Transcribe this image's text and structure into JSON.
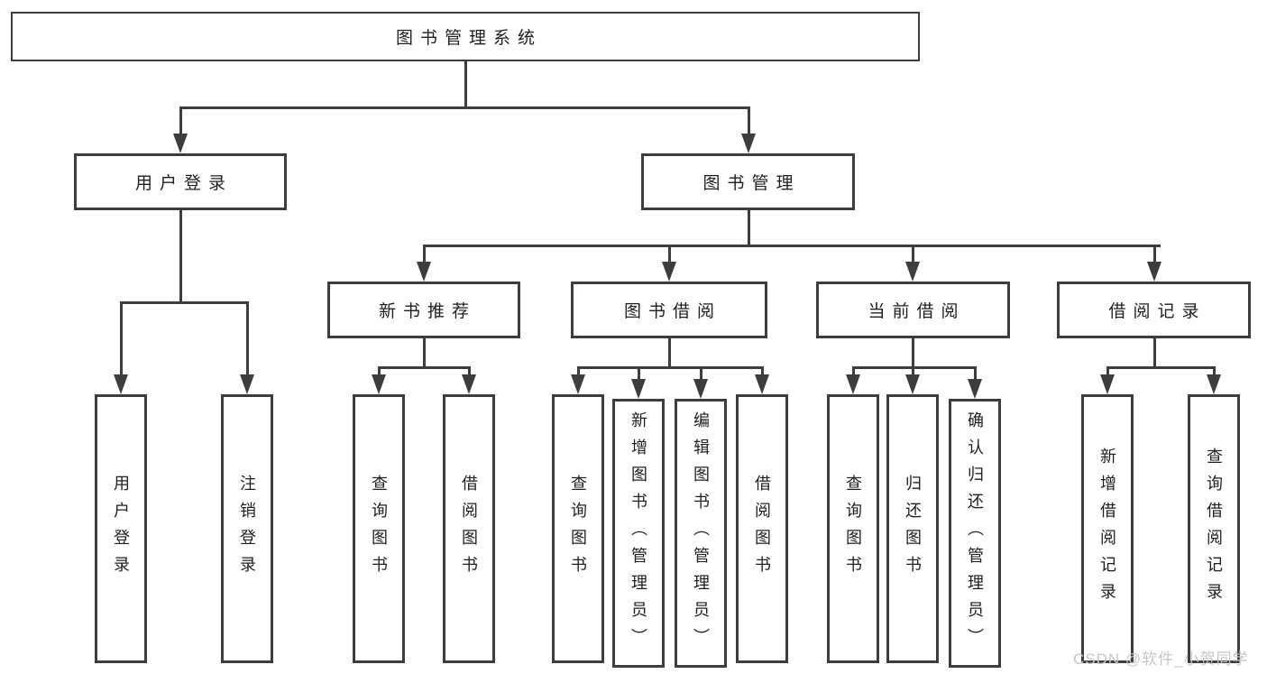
{
  "diagram": {
    "title": "图书管理系统",
    "branches": {
      "user": {
        "label": "用户登录",
        "children": [
          "用户登录",
          "注销登录"
        ]
      },
      "mgmt": {
        "label": "图书管理"
      },
      "newbook": {
        "label": "新书推荐",
        "children": [
          "查询图书",
          "借阅图书"
        ]
      },
      "borrow": {
        "label": "图书借阅",
        "children": [
          "查询图书",
          "新增图书（管理员）",
          "编辑图书（管理员）",
          "借阅图书"
        ]
      },
      "current": {
        "label": "当前借阅",
        "children": [
          "查询图书",
          "归还图书",
          "确认归还（管理员）"
        ]
      },
      "records": {
        "label": "借阅记录",
        "children": [
          "新增借阅记录",
          "查询借阅记录"
        ]
      }
    }
  },
  "watermark": "CSDN @软件_小贺同学",
  "colors": {
    "line": "#3d3d3d",
    "text": "#1f1f1f",
    "watermark": "#c6c6c6",
    "background": "#ffffff"
  }
}
